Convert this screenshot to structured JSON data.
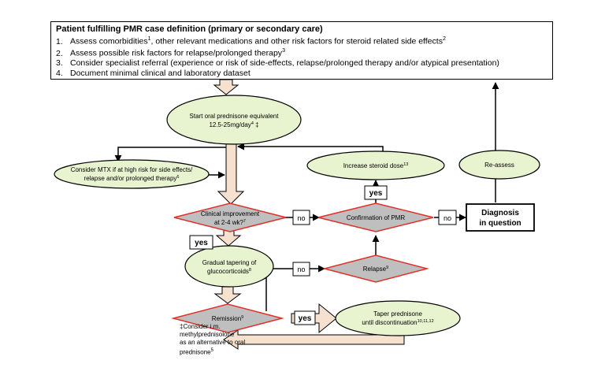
{
  "header": {
    "title": "Patient fulfilling PMR case definition (primary or secondary care)",
    "items": [
      {
        "num": "1.",
        "text": "Assess comorbidities",
        "sup": "1",
        "rest": ", other relevant medications and other risk factors for steroid related side effects",
        "sup2": "2"
      },
      {
        "num": "2.",
        "text": "Assess possible risk factors for relapse/prolonged therapy",
        "sup": "3",
        "rest": "",
        "sup2": ""
      },
      {
        "num": "3.",
        "text": "Consider specialist referral (experience or risk of side-effects, relapse/prolonged therapy and/or atypical presentation)",
        "sup": "",
        "rest": "",
        "sup2": ""
      },
      {
        "num": "4.",
        "text": "Document minimal clinical and laboratory dataset",
        "sup": "",
        "rest": "",
        "sup2": ""
      }
    ]
  },
  "nodes": {
    "start": {
      "line1": "Start oral prednisone equivalent",
      "line2": "12.5-25mg/day",
      "sup": "4",
      "suffix": " ‡"
    },
    "mtx": {
      "line1": "Consider MTX if at high risk for side effects/",
      "line2": "relapse and/or prolonged therapy",
      "sup": "6"
    },
    "increase": {
      "line1": "Increase steroid dose",
      "sup": "13"
    },
    "reassess": {
      "line1": "Re-assess"
    },
    "improvement": {
      "line1": "Clinical improvement",
      "line2": "at 2-4 wk?",
      "sup": "7"
    },
    "confirmation": {
      "line1": "Confirmation of PMR"
    },
    "diagnosis": {
      "line1": "Diagnosis",
      "line2": "in question"
    },
    "tapering": {
      "line1": "Gradual tapering of",
      "line2": "glucocorticoids",
      "sup": "8"
    },
    "relapse": {
      "line1": "Relapse",
      "sup": "9"
    },
    "remission": {
      "line1": "Remission",
      "sup": "9"
    },
    "taper": {
      "line1": "Taper prednisone",
      "line2": "until discontinuation",
      "sup": "10,11,12"
    }
  },
  "labels": {
    "yes": "yes",
    "no": "no"
  },
  "footnote": {
    "line1": "‡Consider i.m. methylprednisolone",
    "line2": "as an alternative to oral",
    "line3": "prednisone",
    "sup": "5"
  },
  "colors": {
    "node_fill": "#e8f3d0",
    "diamond_fill": "#bfbfbf",
    "diamond_stroke": "#e0302a",
    "arrow_fill": "#f6e1cf"
  }
}
